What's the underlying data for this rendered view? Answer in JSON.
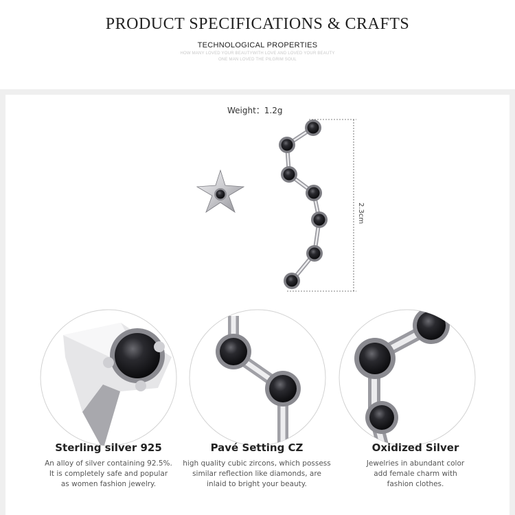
{
  "header": {
    "title": "PRODUCT SPECIFICATIONS & CRAFTS",
    "subtitle": "TECHNOLOGICAL PROPERTIES",
    "tagline_1": "HOW MANY LOVED YOUR BEAUTYWITH LOVE AND LOVED YOUR BEAUTY",
    "tagline_2": "ONE MAN LOVED THE PILGRIM SOUL"
  },
  "specs": {
    "weight": "Weight：1.2g",
    "length": "2.3cm"
  },
  "features": [
    {
      "title": "Sterling silver 925",
      "lines": [
        "An alloy of silver containing 92.5%.",
        "It is completely safe and popular",
        "as women fashion jewelry."
      ]
    },
    {
      "title": "Pavé Setting CZ",
      "lines": [
        "high quality cubic zircons, which possess",
        "similar reflection like diamonds, are",
        "inlaid to bright your beauty."
      ]
    },
    {
      "title": "Oxidized Silver",
      "lines": [
        "Jewelries in abundant color",
        "add female charm with",
        "fashion clothes."
      ]
    }
  ],
  "colors": {
    "band": "#efefef",
    "silver": "#d9d9dc",
    "stone": "#141418"
  }
}
